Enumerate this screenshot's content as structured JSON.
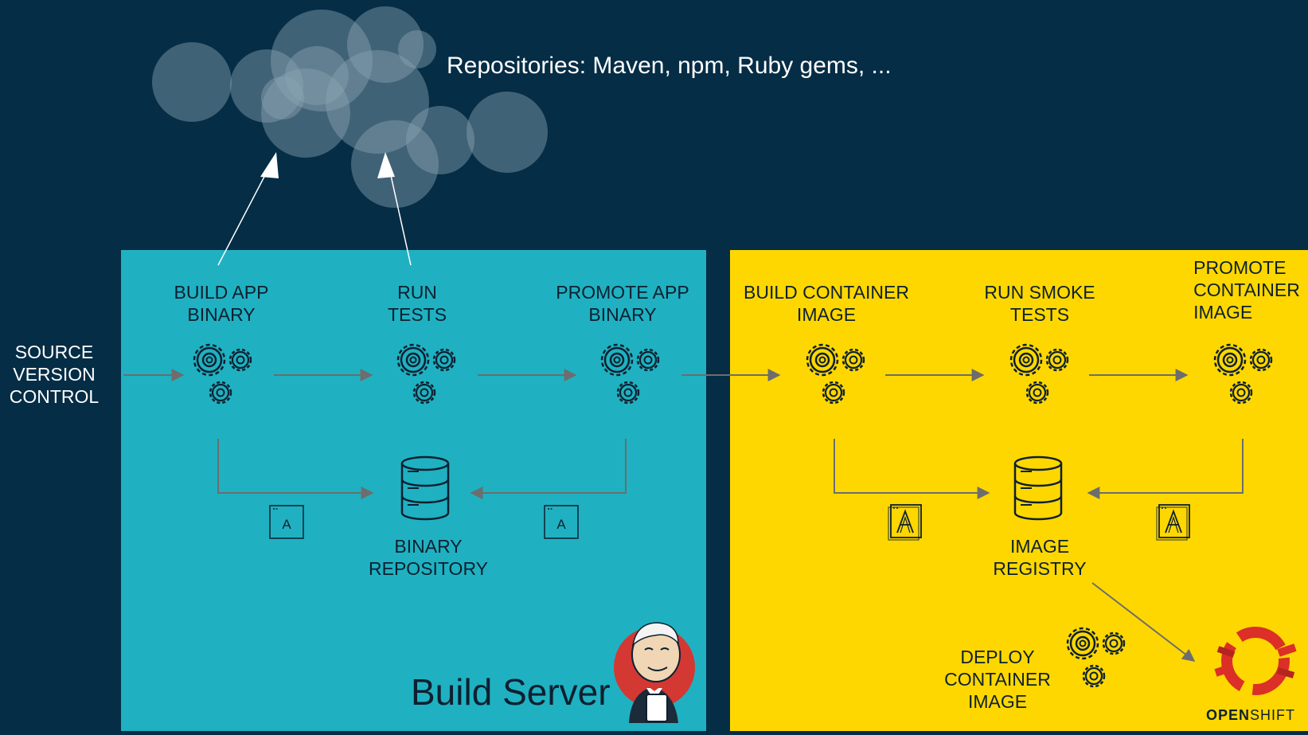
{
  "cloud": {
    "label": "Repositories: Maven, npm, Ruby gems, ..."
  },
  "source": {
    "lines": [
      "SOURCE",
      "VERSION",
      "CONTROL"
    ]
  },
  "build_server": {
    "title": "Build Server",
    "stages": [
      {
        "lines": [
          "BUILD APP",
          "BINARY"
        ]
      },
      {
        "lines": [
          "RUN",
          "TESTS"
        ]
      },
      {
        "lines": [
          "PROMOTE APP",
          "BINARY"
        ]
      }
    ],
    "repository": {
      "lines": [
        "BINARY",
        "REPOSITORY"
      ]
    },
    "artifact_letter": "A"
  },
  "openshift_zone": {
    "stages": [
      {
        "lines": [
          "BUILD CONTAINER",
          "IMAGE"
        ]
      },
      {
        "lines": [
          "RUN SMOKE",
          "TESTS"
        ]
      },
      {
        "lines": [
          "PROMOTE",
          "CONTAINER",
          "IMAGE"
        ]
      }
    ],
    "registry": {
      "lines": [
        "IMAGE",
        "REGISTRY"
      ]
    },
    "deploy": {
      "lines": [
        "DEPLOY",
        "CONTAINER",
        "IMAGE"
      ]
    },
    "logo": {
      "bold": "OPEN",
      "light": "SHIFT"
    }
  },
  "colors": {
    "background": "#052d45",
    "build_server_panel": "#1fb1c1",
    "openshift_panel": "#ffd700",
    "ink": "#0d2030",
    "arrow": "#6d6d6d",
    "openshift_red": "#db2f27"
  },
  "icons": [
    "gears-icon",
    "database-icon",
    "artifact-icon",
    "container-image-icon",
    "jenkins-mascot-icon",
    "openshift-logo-icon",
    "cloud-icon"
  ]
}
